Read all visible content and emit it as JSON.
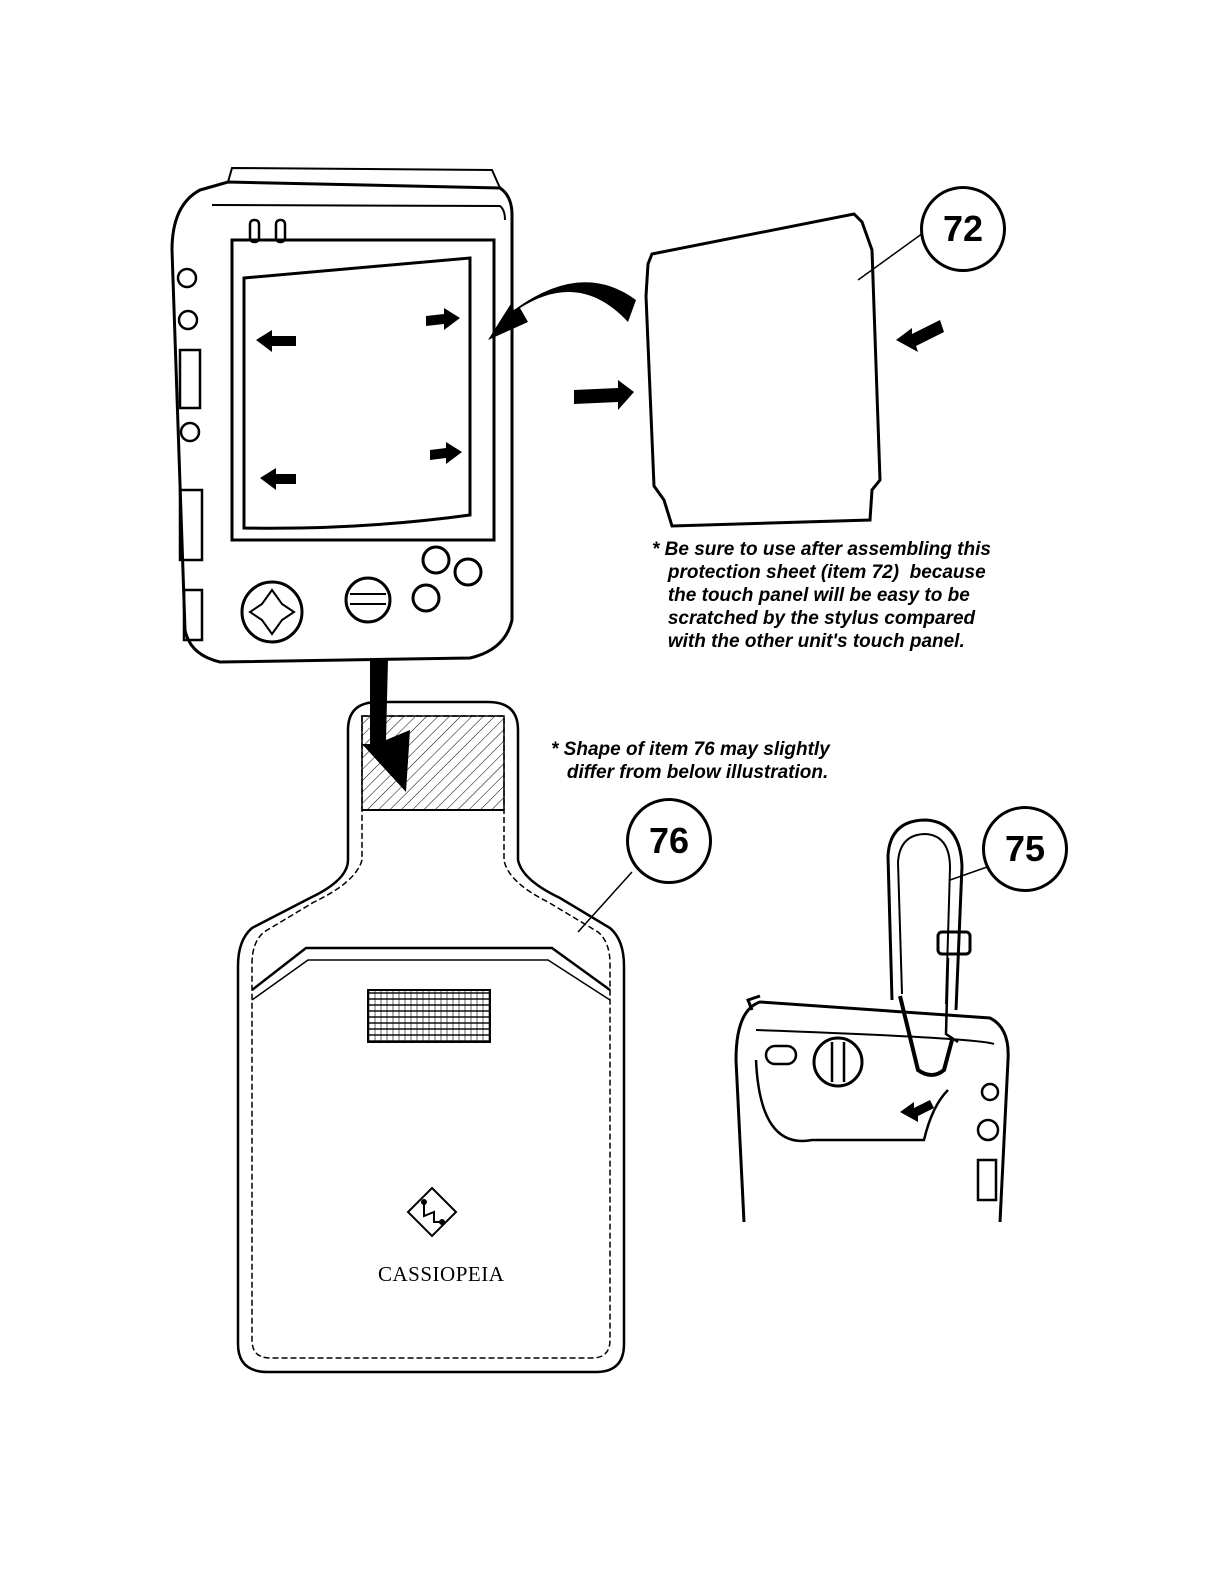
{
  "callouts": {
    "item72": "72",
    "item76": "76",
    "item75": "75"
  },
  "notes": {
    "protection_sheet": "* Be sure to use after assembling this\n   protection sheet (item 72)  because\n   the touch panel will be easy to be\n   scratched by the stylus compared\n   with the other unit's touch panel.",
    "case_shape": "* Shape of item 76 may slightly\n   differ from below illustration."
  },
  "case": {
    "brand_text": "CASSIOPEIA"
  },
  "icons": {
    "arrow": "arrow-icon",
    "logo": "cassiopeia-diamond-logo"
  }
}
